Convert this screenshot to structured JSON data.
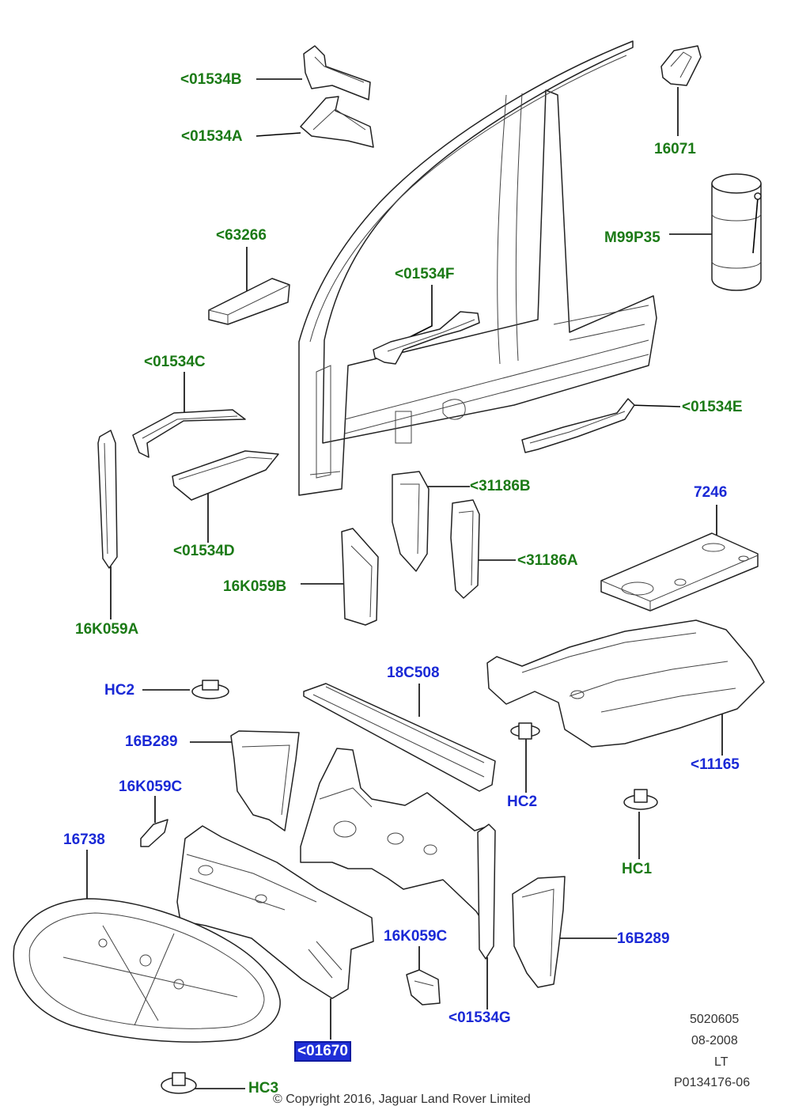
{
  "callouts": {
    "c01534B": "<01534B",
    "c01534A": "<01534A",
    "c16071": "16071",
    "c63266": "<63266",
    "cM99P35": "M99P35",
    "c01534F": "<01534F",
    "c01534C": "<01534C",
    "c01534E": "<01534E",
    "c31186B": "<31186B",
    "c7246": "7246",
    "c01534D": "<01534D",
    "c31186A": "<31186A",
    "c16K059B": "16K059B",
    "c16K059A": "16K059A",
    "c18C508": "18C508",
    "cHC2a": "HC2",
    "c16B289a": "16B289",
    "cHC2b": "HC2",
    "c11165": "<11165",
    "c16K059Ca": "16K059C",
    "c16738": "16738",
    "cHC1": "HC1",
    "c16K059Cb": "16K059C",
    "c16B289b": "16B289",
    "c01534G": "<01534G",
    "c01670": "<01670",
    "cHC3": "HC3"
  },
  "info": {
    "code": "5020605",
    "date": "08-2008",
    "market": "LT",
    "plate": "P0134176-06"
  },
  "copyright": "© Copyright 2016, Jaguar Land Rover Limited",
  "colors": {
    "callout_green": "#1b7a16",
    "callout_blue": "#1a29d6",
    "highlight_bg": "#1f2fd8"
  }
}
